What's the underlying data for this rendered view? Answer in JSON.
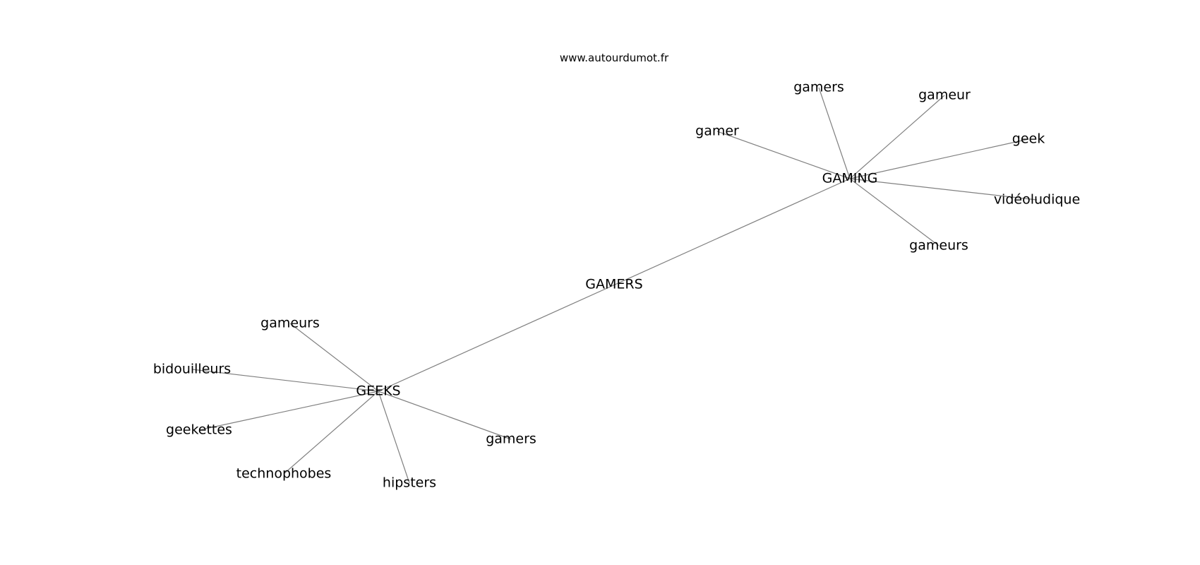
{
  "source": "www.autourdumot.fr",
  "colors": {
    "edge": "#808080",
    "text": "#000000",
    "background": "#ffffff"
  },
  "nodes": [
    {
      "id": "gamers_center",
      "label": "GAMERS"
    },
    {
      "id": "gaming",
      "label": "GAMING"
    },
    {
      "id": "geeks",
      "label": "GEEKS"
    },
    {
      "id": "gaming_gamers",
      "label": "gamers"
    },
    {
      "id": "gaming_gameur",
      "label": "gameur"
    },
    {
      "id": "gaming_gamer",
      "label": "gamer"
    },
    {
      "id": "gaming_geek",
      "label": "geek"
    },
    {
      "id": "gaming_videoludique",
      "label": "vidéoludique"
    },
    {
      "id": "gaming_gameurs",
      "label": "gameurs"
    },
    {
      "id": "geeks_gameurs",
      "label": "gameurs"
    },
    {
      "id": "geeks_bidouilleurs",
      "label": "bidouilleurs"
    },
    {
      "id": "geeks_geekettes",
      "label": "geekettes"
    },
    {
      "id": "geeks_technophobes",
      "label": "technophobes"
    },
    {
      "id": "geeks_hipsters",
      "label": "hipsters"
    },
    {
      "id": "geeks_gamers",
      "label": "gamers"
    }
  ],
  "edges": [
    [
      "geeks",
      "gaming"
    ],
    [
      "gaming",
      "gaming_gamers"
    ],
    [
      "gaming",
      "gaming_gameur"
    ],
    [
      "gaming",
      "gaming_gamer"
    ],
    [
      "gaming",
      "gaming_geek"
    ],
    [
      "gaming",
      "gaming_videoludique"
    ],
    [
      "gaming",
      "gaming_gameurs"
    ],
    [
      "geeks",
      "geeks_gameurs"
    ],
    [
      "geeks",
      "geeks_bidouilleurs"
    ],
    [
      "geeks",
      "geeks_geekettes"
    ],
    [
      "geeks",
      "geeks_technophobes"
    ],
    [
      "geeks",
      "geeks_hipsters"
    ],
    [
      "geeks",
      "geeks_gamers"
    ]
  ]
}
